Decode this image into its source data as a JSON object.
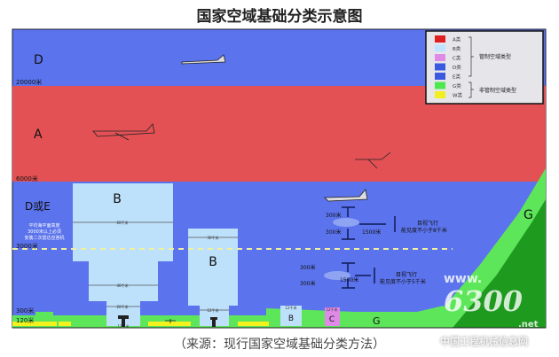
{
  "title": "国家空域基础分类示意图",
  "caption": "（来源：现行国家空域基础分类方法）",
  "zones": {
    "d": "D",
    "a": "A",
    "de": "D或E",
    "b1": "B",
    "b2": "B",
    "b3": "B",
    "c": "C",
    "g1": "G",
    "g2": "G"
  },
  "altitudes": {
    "h20000": "20000米",
    "h6000": "6000米",
    "h3000": "3000米",
    "h300": "300米",
    "h120": "120米"
  },
  "note": [
    "平均海平面高度",
    "3000米以上必须",
    "安装二次雷达应答机"
  ],
  "radii": {
    "r60": "60千米",
    "r40": "40千米",
    "r20": "20千米",
    "r30": "30千米",
    "r12a": "12千米",
    "r12b": "12千米",
    "r12c": "12千米",
    "r12d": "12千米"
  },
  "vfr_upper": {
    "up": "300米",
    "down": "300米",
    "dist": "1500米",
    "line1": "目视飞行",
    "line2": "能见度不小于8千米"
  },
  "vfr_lower": {
    "up": "300米",
    "down": "300米",
    "dist": "1500米",
    "line1": "目视飞行",
    "line2": "能见度不小于5千米"
  },
  "legend": {
    "items": [
      {
        "label": "A类",
        "color": "#e02020"
      },
      {
        "label": "B类",
        "color": "#bfe3ff"
      },
      {
        "label": "C类",
        "color": "#e08ae8"
      },
      {
        "label": "D类",
        "color": "#3a58e0"
      },
      {
        "label": "E类",
        "color": "#3a58e0"
      },
      {
        "label": "G类",
        "color": "#4de84d"
      },
      {
        "label": "W类",
        "color": "#f0f020"
      }
    ],
    "controlled": "管制空域类型",
    "uncontrolled": "非管制空域类型"
  },
  "watermark": {
    "site": "www.",
    "num": "6300",
    "tld": ".net",
    "name": "中国工程机械信息网"
  },
  "colors": {
    "blue": "#5b73ec",
    "red": "#e35155",
    "b": "#bde0fb",
    "green": "#5ee65a",
    "darkgreen": "#1e9a1e",
    "yellow": "#f3f21e"
  }
}
